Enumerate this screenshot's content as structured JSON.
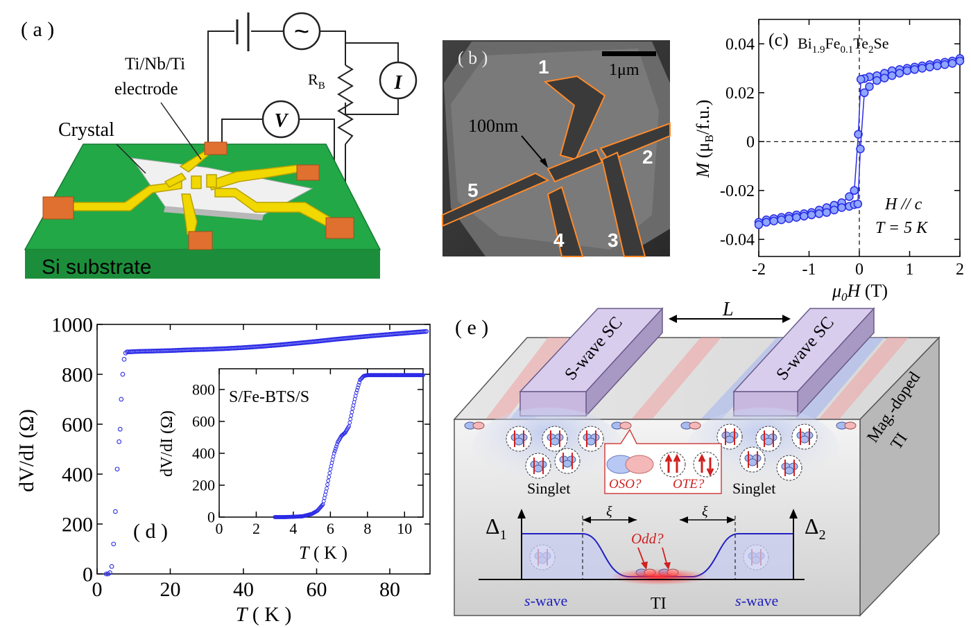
{
  "panel_a": {
    "label": "( a )",
    "electrode_line1": "Ti/Nb/Ti",
    "electrode_line2": "electrode",
    "crystal": "Crystal",
    "substrate": "Si substrate",
    "resistor_main": "R",
    "resistor_sub": "B",
    "voltmeter": "V",
    "ammeter": "I",
    "ac_source_symbol": "~"
  },
  "panel_b": {
    "label": "( b )",
    "scale_bar": "1μm",
    "gap_label": "100nm",
    "electrodes": [
      "1",
      "2",
      "3",
      "4",
      "5"
    ]
  },
  "panel_c": {
    "label": "(c)",
    "material_parts": [
      "Bi",
      "1.9",
      "Fe",
      "0.1",
      "Te",
      "2",
      "Se"
    ],
    "ylabel_parts": [
      "M",
      " (μ",
      "B",
      "/f.u.)"
    ],
    "xlabel_parts": [
      "μ",
      "0",
      "H",
      " (T)"
    ],
    "annotation_field": "H // c",
    "annotation_temp": "T = 5 K",
    "chart_data": {
      "type": "scatter",
      "xlabel": "μ0H (T)",
      "ylabel": "M (μB/f.u.)",
      "xlim": [
        -2,
        2
      ],
      "ylim": [
        -0.047,
        0.05
      ],
      "xticks": [
        -2,
        -1,
        0,
        1,
        2
      ],
      "yticks": [
        -0.04,
        -0.02,
        0,
        0.02,
        0.04
      ],
      "ytick_labels": [
        "-0.04",
        "-0.02",
        "0",
        "0.02",
        "0.04"
      ],
      "series": [
        {
          "x": [
            2.0,
            1.85,
            1.7,
            1.55,
            1.4,
            1.25,
            1.1,
            0.95,
            0.8,
            0.65,
            0.5,
            0.35,
            0.2,
            0.1,
            0.03,
            -0.02,
            -0.1,
            -0.2,
            -0.35,
            -0.5,
            -0.65,
            -0.8,
            -0.95,
            -1.1,
            -1.25,
            -1.4,
            -1.55,
            -1.7,
            -1.85,
            -2.0
          ],
          "y": [
            0.034,
            0.033,
            0.0325,
            0.032,
            0.0315,
            0.031,
            0.0305,
            0.03,
            0.0295,
            0.029,
            0.028,
            0.027,
            0.0265,
            0.0258,
            0.0255,
            0.003,
            -0.02,
            -0.0225,
            -0.025,
            -0.026,
            -0.027,
            -0.028,
            -0.029,
            -0.0295,
            -0.03,
            -0.0305,
            -0.031,
            -0.0315,
            -0.032,
            -0.033
          ]
        },
        {
          "x": [
            -2.0,
            -1.85,
            -1.7,
            -1.55,
            -1.4,
            -1.25,
            -1.1,
            -0.95,
            -0.8,
            -0.65,
            -0.5,
            -0.35,
            -0.2,
            -0.1,
            -0.03,
            0.02,
            0.1,
            0.2,
            0.35,
            0.5,
            0.65,
            0.8,
            0.95,
            1.1,
            1.25,
            1.4,
            1.55,
            1.7,
            1.85,
            2.0
          ],
          "y": [
            -0.034,
            -0.033,
            -0.0325,
            -0.032,
            -0.0315,
            -0.031,
            -0.0305,
            -0.03,
            -0.0295,
            -0.029,
            -0.028,
            -0.027,
            -0.0265,
            -0.0258,
            -0.0255,
            -0.003,
            0.02,
            0.0225,
            0.025,
            0.026,
            0.027,
            0.028,
            0.029,
            0.0295,
            0.03,
            0.0305,
            0.031,
            0.0315,
            0.032,
            0.033
          ]
        }
      ]
    }
  },
  "panel_d": {
    "label": "( d )",
    "ylabel": "dV/dI (Ω)",
    "xlabel_parts": [
      "T",
      " ( K )"
    ],
    "chart_data": {
      "type": "scatter",
      "xlim": [
        0,
        91
      ],
      "ylim": [
        0,
        1000
      ],
      "xticks": [
        0,
        20,
        40,
        60,
        80
      ],
      "yticks": [
        0,
        200,
        400,
        600,
        800,
        1000
      ],
      "series": [
        {
          "x": [
            2.5,
            3.0,
            3.5,
            4.0,
            4.5,
            5.0,
            5.5,
            6.0,
            6.3,
            6.6,
            7.0,
            7.4,
            7.8,
            8.2,
            9,
            10,
            12,
            15,
            20,
            25,
            30,
            35,
            40,
            45,
            50,
            55,
            60,
            65,
            70,
            75,
            80,
            85,
            90
          ],
          "y": [
            0,
            0,
            5,
            30,
            120,
            250,
            420,
            530,
            580,
            700,
            800,
            860,
            885,
            890,
            890,
            891,
            892,
            893,
            895,
            898,
            900,
            903,
            907,
            912,
            918,
            925,
            932,
            940,
            947,
            954,
            960,
            966,
            972
          ]
        }
      ]
    },
    "inset": {
      "label": "S/Fe-BTS/S",
      "ylabel": "dV/dI (Ω)",
      "xlabel_parts": [
        "T",
        " ( K )"
      ],
      "chart_data": {
        "type": "scatter",
        "xlim": [
          0,
          11
        ],
        "ylim": [
          0,
          930
        ],
        "xticks": [
          0,
          2,
          4,
          6,
          8,
          10
        ],
        "yticks": [
          0,
          200,
          400,
          600,
          800
        ],
        "series": [
          {
            "x": [
              3.0,
              3.5,
              4.0,
              4.5,
              5.0,
              5.3,
              5.6,
              5.8,
              6.0,
              6.2,
              6.4,
              6.6,
              6.8,
              7.0,
              7.2,
              7.4,
              7.6,
              7.8,
              8.0,
              8.5,
              9.0,
              10.0,
              11.0
            ],
            "y": [
              0,
              0,
              2,
              5,
              20,
              40,
              80,
              180,
              300,
              400,
              470,
              510,
              530,
              570,
              680,
              780,
              860,
              885,
              890,
              890,
              890,
              890,
              890
            ]
          }
        ]
      }
    }
  },
  "panel_e": {
    "label": "( e )",
    "sc_label": "S-wave SC",
    "length": "L",
    "ti_label_line1": "Mag.-doped",
    "ti_label_line2": "TI",
    "singlet": "Singlet",
    "oso": "OSO?",
    "ote": "OTE?",
    "delta1_parts": [
      "Δ",
      "1"
    ],
    "delta2_parts": [
      "Δ",
      "2"
    ],
    "xi": "ξ",
    "odd": "Odd?",
    "ti": "TI",
    "swave_parts": [
      "s",
      "-wave"
    ]
  },
  "colors": {
    "data_blue": "#2a2ae6",
    "substrate_green": "#22a847",
    "electrode_yellow": "#f0d800",
    "pad_orange": "#e07030",
    "sc_purple": "#ccb8e4",
    "odd_red": "#e02020"
  }
}
